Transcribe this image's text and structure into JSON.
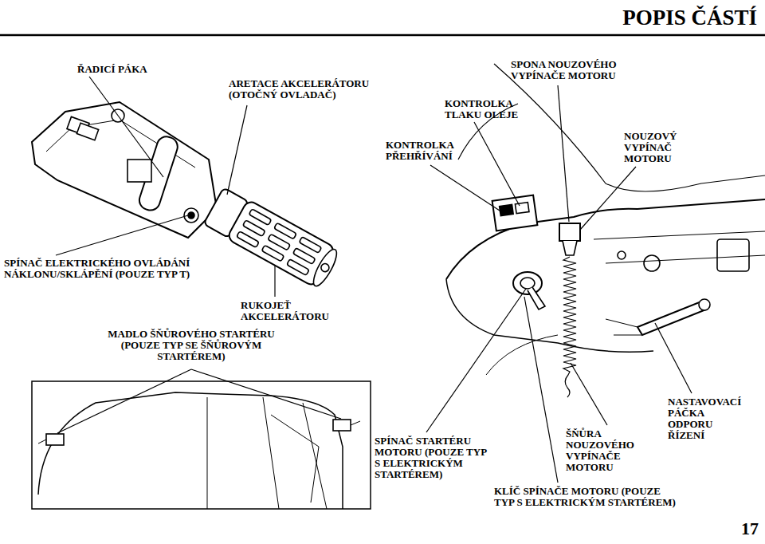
{
  "diagram": {
    "title": "POPIS ČÁSTÍ",
    "labels": [
      "ŘADICÍ PÁKA",
      "ARETACE AKCELERÁTORU (OTOČNÝ OVLADAČ)",
      "SPONA NOUZOVÉHO VYPÍNAČE MOTORU",
      "KONTROLKA TLAKU OLEJE",
      "NOUZOVÝ VYPÍNAČ MOTORU",
      "KONTROLKA PŘEHŘÍVÁNÍ",
      "SPÍNAČ ELEKTRICKÉHO OVLÁDÁNÍ NÁKLONU/SKLÁPĚNÍ (POUZE TYP T)",
      "RUKOJEŤ AKCELERÁTORU",
      "MADLO ŠŇŮROVÉHO STARTÉRU (POUZE TYP SE ŠŇŮROVÝM STARTÉREM)",
      "NASTAVOVACÍ PÁČKA ODPORU ŘÍZENÍ",
      "SPÍNAČ STARTÉRU MOTORU (POUZE TYP S ELEKTRICKÝM STARTÉREM)",
      "ŠŇŮRA NOUZOVÉHO VYPÍNAČE MOTORU",
      "KLÍČ SPÍNAČE MOTORU (POUZE TYP S ELEKTRICKÝM STARTÉREM)",
      "17"
    ]
  }
}
